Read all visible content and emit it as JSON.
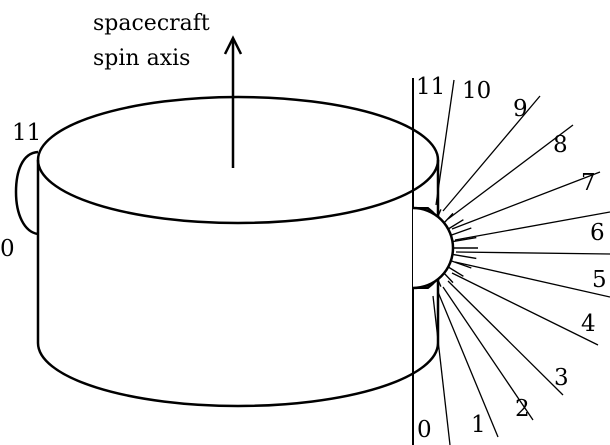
{
  "diagram": {
    "axis_label_line1": "spacecraft",
    "axis_label_line2": "spin axis",
    "left_detector_labels": {
      "top": "11",
      "bottom": "0"
    },
    "sector_labels": [
      "0",
      "1",
      "2",
      "3",
      "4",
      "5",
      "6",
      "7",
      "8",
      "9",
      "10",
      "11"
    ],
    "line_color": "#000000",
    "background": "#ffffff"
  }
}
